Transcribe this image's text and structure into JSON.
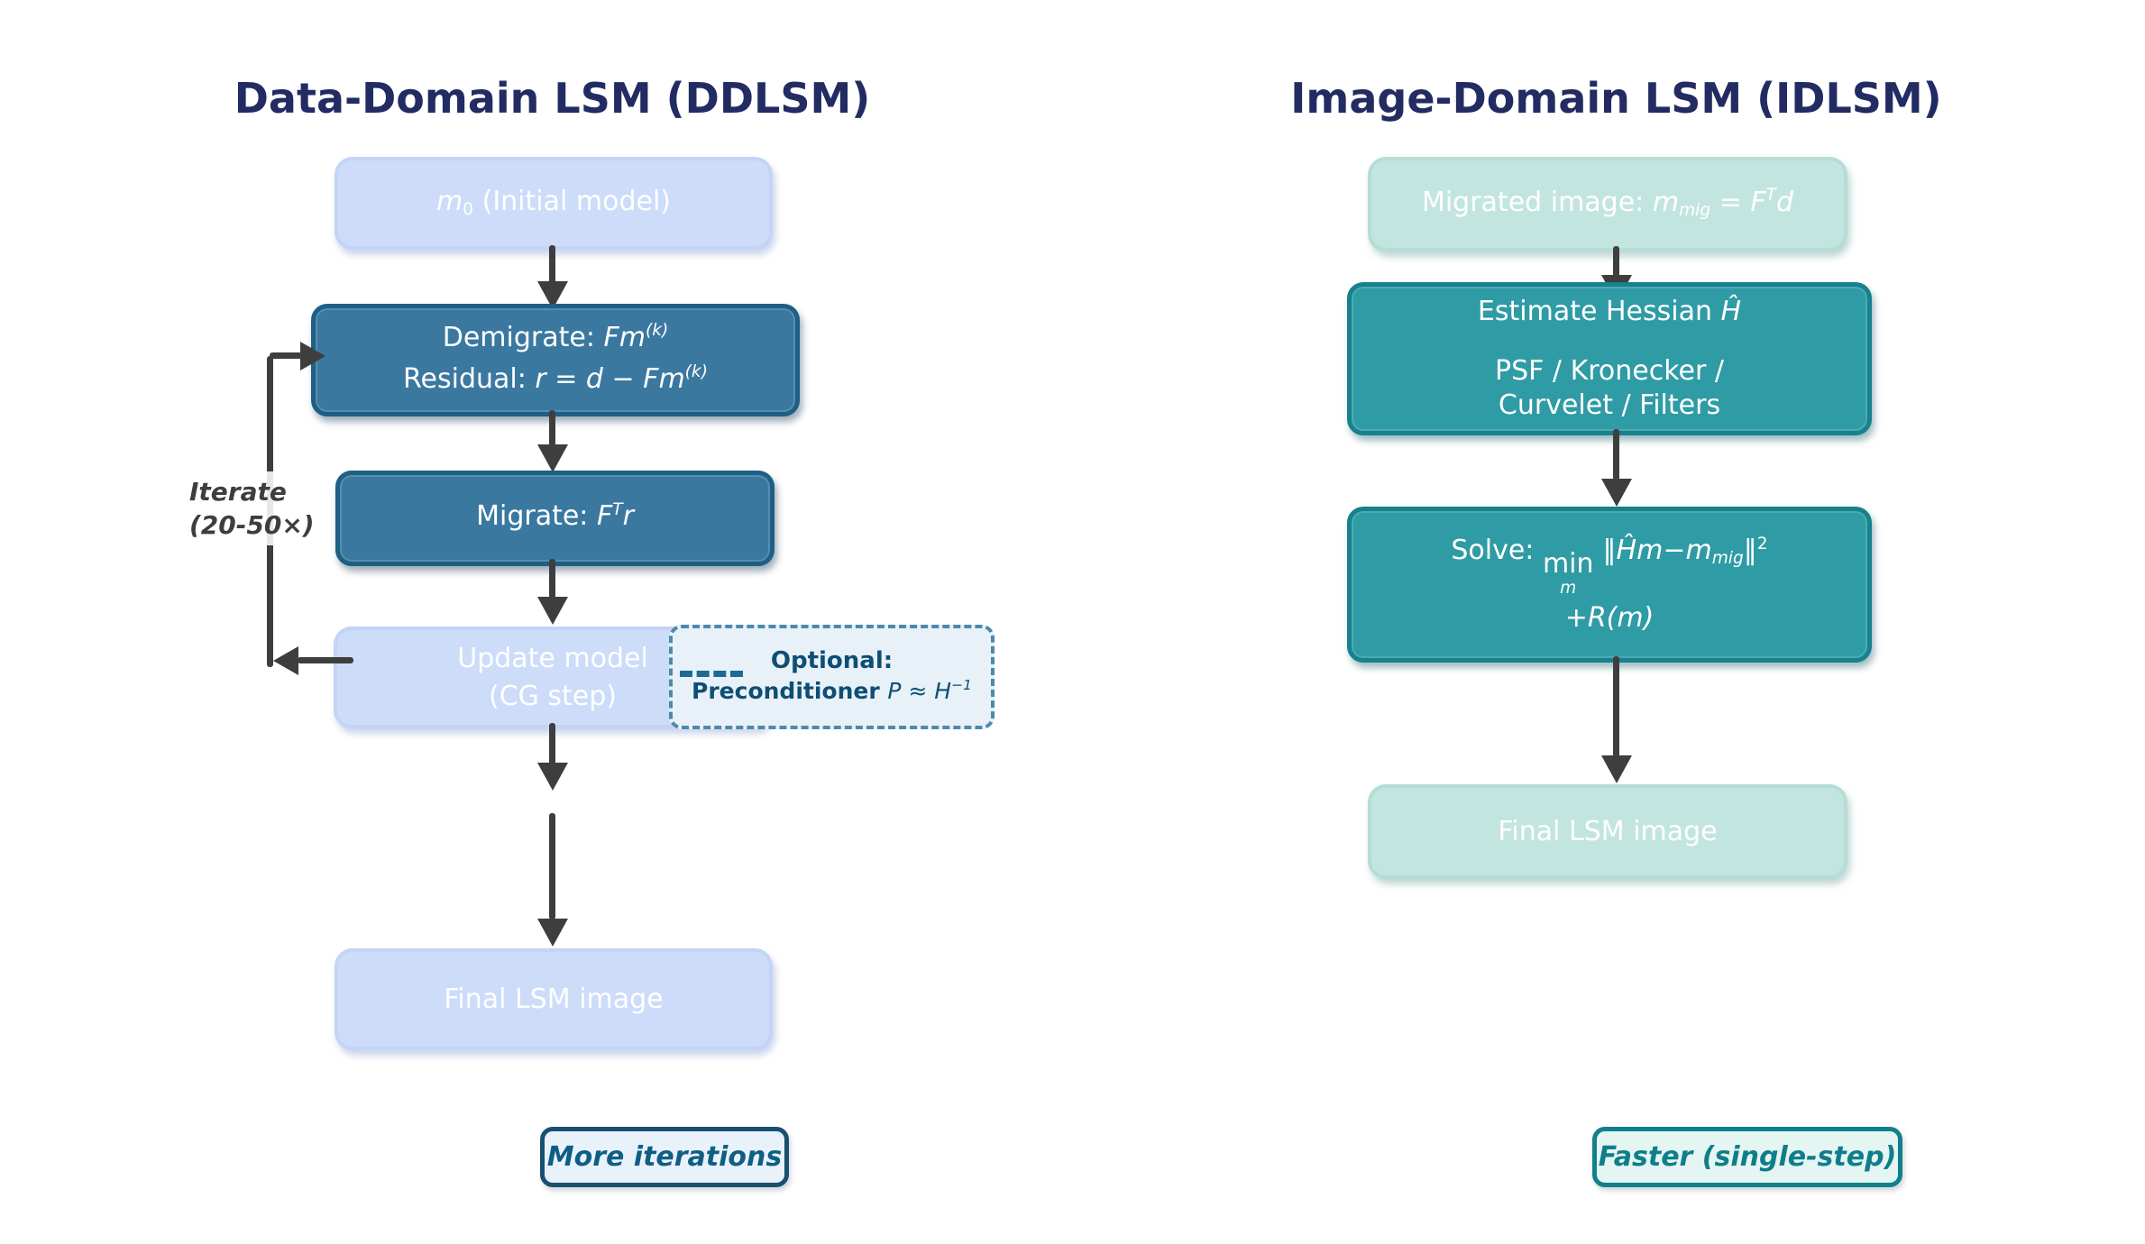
{
  "left": {
    "title": "Data-Domain LSM (DDLSM)",
    "initial_box": {
      "var": "m",
      "var_sub": "0",
      "rest": " (Initial model)"
    },
    "demigrate_box": {
      "line1_label": "Demigrate: ",
      "line1_math": "Fm",
      "line1_sup": "(k)",
      "line2_label": "Residual: ",
      "line2_math": "r = d − Fm",
      "line2_sup": "(k)"
    },
    "migrate_box": {
      "label": "Migrate: ",
      "math_F": "F",
      "sup_T": "T",
      "math_r": "r"
    },
    "update_box": {
      "line1": "Update model",
      "line2": "(CG step)"
    },
    "iterate_label": {
      "line1": "Iterate",
      "line2": "(20-50×)"
    },
    "optional_box": {
      "title": "Optional:",
      "label": "Preconditioner ",
      "math": "P ≈ H",
      "sup": "−1"
    },
    "final_box": "Final LSM image",
    "badge": "More iterations"
  },
  "right": {
    "title": "Image-Domain LSM (IDLSM)",
    "migrated_box": {
      "label": "Migrated image: ",
      "var_m": "m",
      "sub_mig": "mig",
      "eq": " = ",
      "var_F": "F",
      "sup_T": "T",
      "var_d": "d"
    },
    "hessian_box": {
      "line1": "Estimate Hessian ",
      "hat": "Ĥ",
      "line2": "PSF / Kronecker /",
      "line3": "Curvelet / Filters"
    },
    "solve_box": {
      "label": "Solve: ",
      "min_word": "min",
      "min_sub": "m",
      "norm_open": "‖",
      "math": "Ĥm−m",
      "sub_mig": "mig",
      "norm_close": "‖",
      "sup": "2",
      "line2": "+R(m)"
    },
    "final_box": "Final LSM image",
    "badge": "Faster (single-step)"
  },
  "colors": {
    "title_navy": "#232b63",
    "steel_blue_fill": "#3a78a0",
    "steel_blue_border": "#1e5f85",
    "teal_fill": "#2f9ba5",
    "teal_border": "#16828d",
    "periwinkle_fill": "#ccdcf9",
    "mint_fill": "#c3e5e0",
    "arrow_gray": "#3e3e3e",
    "optional_bg": "#e8f1f8",
    "optional_border": "#4c89aa",
    "optional_text": "#0e4e74",
    "badge_left_border": "#18506e",
    "badge_left_text": "#0f5e83",
    "badge_right_border": "#12808b",
    "badge_right_text": "#0f7e8a"
  }
}
